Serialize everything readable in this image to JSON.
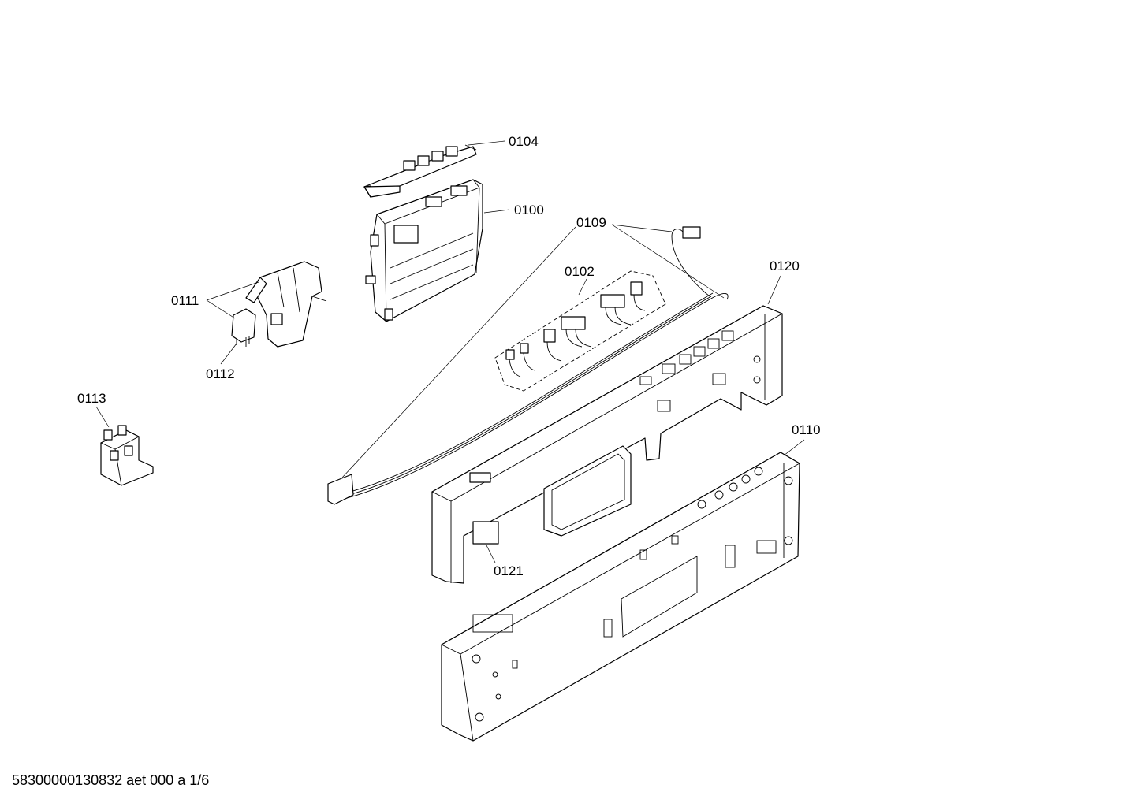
{
  "callouts": [
    {
      "id": "0104",
      "text": "0104"
    },
    {
      "id": "0100",
      "text": "0100"
    },
    {
      "id": "0109",
      "text": "0109"
    },
    {
      "id": "0102",
      "text": "0102"
    },
    {
      "id": "0120",
      "text": "0120"
    },
    {
      "id": "0111",
      "text": "0111"
    },
    {
      "id": "0112",
      "text": "0112"
    },
    {
      "id": "0113",
      "text": "0113"
    },
    {
      "id": "0110",
      "text": "0110"
    },
    {
      "id": "0121",
      "text": "0121"
    }
  ],
  "footer": {
    "text": "58300000130832 aet 000 a 1/6"
  }
}
